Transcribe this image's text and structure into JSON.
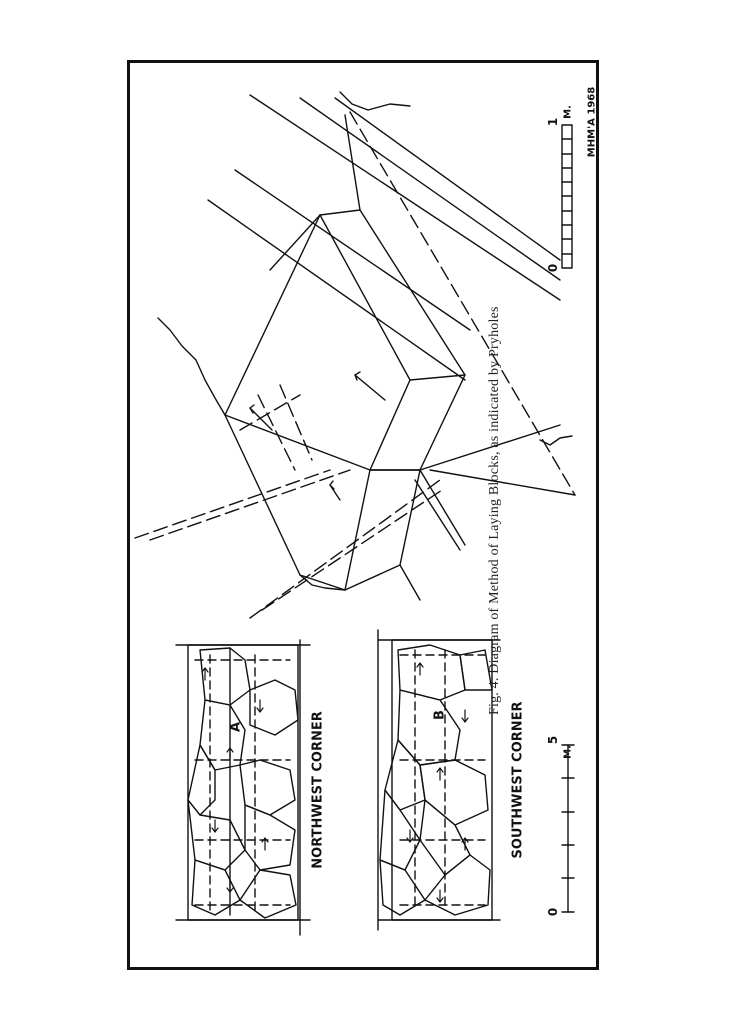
{
  "caption": "Fig. 4. Diagram of Method of Laying Blocks, as indicated by Pryholes",
  "labels": {
    "northwest": "NORTHWEST CORNER",
    "southwest": "SOUTHWEST CORNER",
    "block_a": "A",
    "block_b": "B"
  },
  "scale_small": {
    "zero": "0",
    "max": "5",
    "unit": "M."
  },
  "scale_large": {
    "zero": "0",
    "max": "1",
    "unit": "M."
  },
  "signature": "MHM'A 1968"
}
